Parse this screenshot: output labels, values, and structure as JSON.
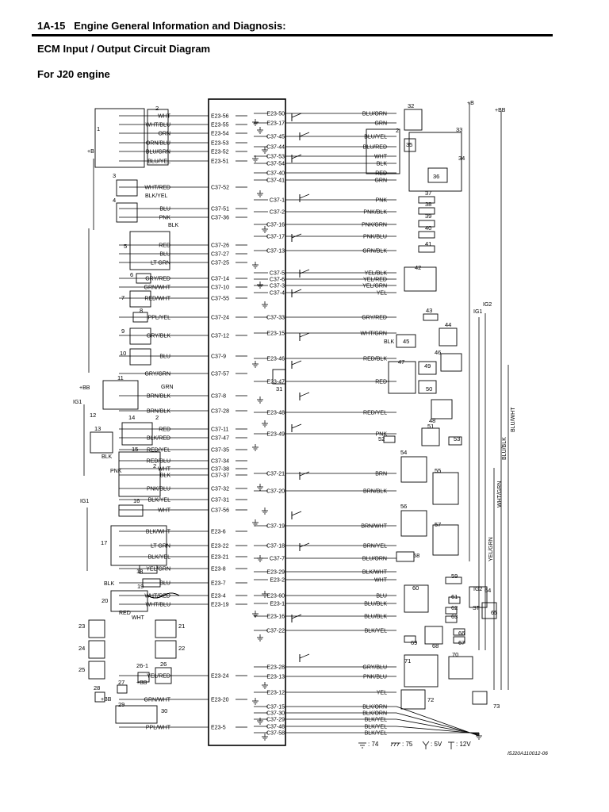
{
  "header": {
    "section": "1A-15",
    "section_title": "Engine General Information and Diagnosis:",
    "title": "ECM Input / Output Circuit Diagram",
    "engine": "For J20 engine"
  },
  "figure_code": "I5J20A110012-06",
  "legend": {
    "ground74": ": 74",
    "ground75": ": 75",
    "v5": ": 5V",
    "v12": ": 12V"
  },
  "power_labels": {
    "bb1": "+BB",
    "b1": "+B",
    "b2": "+B",
    "bb2": "+BB",
    "bb3": "+BB",
    "bb4": "+BB",
    "ig1a": "IG1",
    "ig1b": "IG1",
    "ig1c": "IG1",
    "ig2": "IG2"
  },
  "left_rows": [
    {
      "wire": "WHT",
      "term": "E23-56"
    },
    {
      "wire": "WHT/BLU",
      "term": "E23-55"
    },
    {
      "wire": "ORN",
      "term": "E23-54"
    },
    {
      "wire": "ORN/BLU",
      "term": "E23-53"
    },
    {
      "wire": "BLU/GRN",
      "term": "E23-52"
    },
    {
      "wire": "BLU/YEL",
      "term": "E23-51"
    },
    {
      "wire": "WHT/RED",
      "term": "C37-52"
    },
    {
      "wire": "BLU",
      "term": "C37-51"
    },
    {
      "wire": "PNK",
      "term": "C37-36"
    },
    {
      "wire": "RED",
      "term": "C37-26"
    },
    {
      "wire": "BLU",
      "term": "C37-27"
    },
    {
      "wire": "LT GRN",
      "term": "C37-25"
    },
    {
      "wire": "GRY/RED",
      "term": "C37-14"
    },
    {
      "wire": "GRN/WHT",
      "term": "C37-10"
    },
    {
      "wire": "RED/WHT",
      "term": "C37-55"
    },
    {
      "wire": "PPL/YEL",
      "term": "C37-24"
    },
    {
      "wire": "GRY/BLK",
      "term": "C37-12"
    },
    {
      "wire": "BLU",
      "term": "C37-9"
    },
    {
      "wire": "GRY/GRN",
      "term": "C37-57"
    },
    {
      "wire": "BRN/BLK",
      "term": "C37-8"
    },
    {
      "wire": "BRN/BLK",
      "term": "C37-28"
    },
    {
      "wire": "RED",
      "term": "C37-11"
    },
    {
      "wire": "BLK/RED",
      "term": "C37-47"
    },
    {
      "wire": "RED/YEL",
      "term": "C37-35"
    },
    {
      "wire": "RED/BLU",
      "term": "C37-34"
    },
    {
      "wire": "WHT",
      "term": "C37-38"
    },
    {
      "wire": "BLK",
      "term": "C37-37"
    },
    {
      "wire": "PNK/BLU",
      "term": "C37-32"
    },
    {
      "wire": "BLK/YEL",
      "term": "C37-31"
    },
    {
      "wire": "WHT",
      "term": "C37-56"
    },
    {
      "wire": "BLK/WHT",
      "term": "E23-6"
    },
    {
      "wire": "LT GRN",
      "term": "E23-22"
    },
    {
      "wire": "BLK/YEL",
      "term": "E23-21"
    },
    {
      "wire": "YEL/GRN",
      "term": "E23-8"
    },
    {
      "wire": "BLU",
      "term": "E23-7"
    },
    {
      "wire": "WHT/RED",
      "term": "E23-4"
    },
    {
      "wire": "WHT/BLU",
      "term": "E23-19"
    },
    {
      "wire": "YEL/RED",
      "term": "E23-24"
    },
    {
      "wire": "GRN/WHT",
      "term": "E23-20"
    },
    {
      "wire": "PPL/WHT",
      "term": "E23-5"
    }
  ],
  "right_rows": [
    {
      "term": "E23-50",
      "wire": "BLU/ORN"
    },
    {
      "term": "E23-17",
      "wire": "GRN"
    },
    {
      "term": "C37-45",
      "wire": "BLU/YEL"
    },
    {
      "term": "C37-44",
      "wire": "BLU/RED"
    },
    {
      "term": "C37-53",
      "wire": "WHT"
    },
    {
      "term": "C37-54",
      "wire": "BLK"
    },
    {
      "term": "C37-40",
      "wire": "RED"
    },
    {
      "term": "C37-41",
      "wire": "GRN"
    },
    {
      "term": "C37-1",
      "wire": "PNK"
    },
    {
      "term": "C37-2",
      "wire": "PNK/BLK"
    },
    {
      "term": "C37-16",
      "wire": "PNK/GRN"
    },
    {
      "term": "C37-17",
      "wire": "PNK/BLU"
    },
    {
      "term": "C37-13",
      "wire": "GRN/BLK"
    },
    {
      "term": "C37-5",
      "wire": "YEL/BLK"
    },
    {
      "term": "C37-6",
      "wire": "YEL/RED"
    },
    {
      "term": "C37-3",
      "wire": "YEL/GRN"
    },
    {
      "term": "C37-4",
      "wire": "YEL"
    },
    {
      "term": "C37-33",
      "wire": "GRY/RED"
    },
    {
      "term": "E23-15",
      "wire": "WHT/GRN"
    },
    {
      "term": "E23-46",
      "wire": "RED/BLK"
    },
    {
      "term": "E23-47",
      "wire": "RED"
    },
    {
      "term": "E23-48",
      "wire": "RED/YEL"
    },
    {
      "term": "E23-49",
      "wire": "PNK"
    },
    {
      "term": "C37-21",
      "wire": "BRN"
    },
    {
      "term": "C37-20",
      "wire": "BRN/BLK"
    },
    {
      "term": "C37-19",
      "wire": "BRN/WHT"
    },
    {
      "term": "C37-18",
      "wire": "BRN/YEL"
    },
    {
      "term": "C37-7",
      "wire": "BLU/ORN"
    },
    {
      "term": "E23-29",
      "wire": "BLK/WHT"
    },
    {
      "term": "E23-2",
      "wire": "WHT"
    },
    {
      "term": "E23-60",
      "wire": "BLU"
    },
    {
      "term": "E23-1",
      "wire": "BLU/BLK"
    },
    {
      "term": "E23-16",
      "wire": "BLU/BLK"
    },
    {
      "term": "C37-22",
      "wire": "BLK/YEL"
    },
    {
      "term": "E23-28",
      "wire": "GRY/BLU"
    },
    {
      "term": "E23-13",
      "wire": "PNK/BLU"
    },
    {
      "term": "E23-12",
      "wire": "YEL"
    },
    {
      "term": "C37-15",
      "wire": "BLK/ORN"
    },
    {
      "term": "C37-30",
      "wire": "BLK/ORN"
    },
    {
      "term": "C37-29",
      "wire": "BLK/YEL"
    },
    {
      "term": "C37-48",
      "wire": "BLK/YEL"
    },
    {
      "term": "C37-58",
      "wire": "BLK/YEL"
    }
  ],
  "left_components": [
    {
      "num": "1"
    },
    {
      "num": "2"
    },
    {
      "num": "3"
    },
    {
      "num": "4"
    },
    {
      "num": "5"
    },
    {
      "num": "6"
    },
    {
      "num": "7"
    },
    {
      "num": "8"
    },
    {
      "num": "9"
    },
    {
      "num": "10"
    },
    {
      "num": "11"
    },
    {
      "num": "12"
    },
    {
      "num": "13"
    },
    {
      "num": "14"
    },
    {
      "num": "2"
    },
    {
      "num": "15"
    },
    {
      "num": "2"
    },
    {
      "num": "16"
    },
    {
      "num": "17"
    },
    {
      "num": "18"
    },
    {
      "num": "19"
    },
    {
      "num": "20"
    },
    {
      "num": "23"
    },
    {
      "num": "21"
    },
    {
      "num": "24"
    },
    {
      "num": "22"
    },
    {
      "num": "25"
    },
    {
      "num": "26-1"
    },
    {
      "num": "26"
    },
    {
      "num": "27"
    },
    {
      "num": "28"
    },
    {
      "num": "29"
    },
    {
      "num": "30"
    },
    {
      "num": "31"
    }
  ],
  "right_components": [
    {
      "num": "32"
    },
    {
      "num": "33"
    },
    {
      "num": "2"
    },
    {
      "num": "35"
    },
    {
      "num": "34"
    },
    {
      "num": "36"
    },
    {
      "num": "37"
    },
    {
      "num": "38"
    },
    {
      "num": "39"
    },
    {
      "num": "40"
    },
    {
      "num": "41"
    },
    {
      "num": "42"
    },
    {
      "num": "43"
    },
    {
      "num": "44"
    },
    {
      "num": "45"
    },
    {
      "num": "46"
    },
    {
      "num": "47"
    },
    {
      "num": "49"
    },
    {
      "num": "50"
    },
    {
      "num": "48"
    },
    {
      "num": "51"
    },
    {
      "num": "52"
    },
    {
      "num": "53"
    },
    {
      "num": "54"
    },
    {
      "num": "55"
    },
    {
      "num": "56"
    },
    {
      "num": "57"
    },
    {
      "num": "58"
    },
    {
      "num": "59"
    },
    {
      "num": "60"
    },
    {
      "num": "61"
    },
    {
      "num": "62"
    },
    {
      "num": "63"
    },
    {
      "num": "64"
    },
    {
      "num": "65"
    },
    {
      "num": "66"
    },
    {
      "num": "67"
    },
    {
      "num": "68"
    },
    {
      "num": "69"
    },
    {
      "num": "70"
    },
    {
      "num": "71"
    },
    {
      "num": "72"
    },
    {
      "num": "73"
    }
  ],
  "misc_labels": {
    "grn_top": "GRN",
    "blk_yel_3": "BLK/YEL",
    "blk_4": "BLK",
    "blk_13": "BLK",
    "pnk_15": "PNK",
    "blk_19": "BLK",
    "red_20": "RED",
    "wht_20": "WHT",
    "blk_45": "BLK",
    "ig2_64": "IG2",
    "st_64": "ST",
    "vert_blu_wht": "BLU/WHT",
    "vert_blu_blk": "BLU/BLK",
    "vert_wht_grn": "WHT/GRN",
    "vert_yel_grn": "YEL/GRN"
  }
}
